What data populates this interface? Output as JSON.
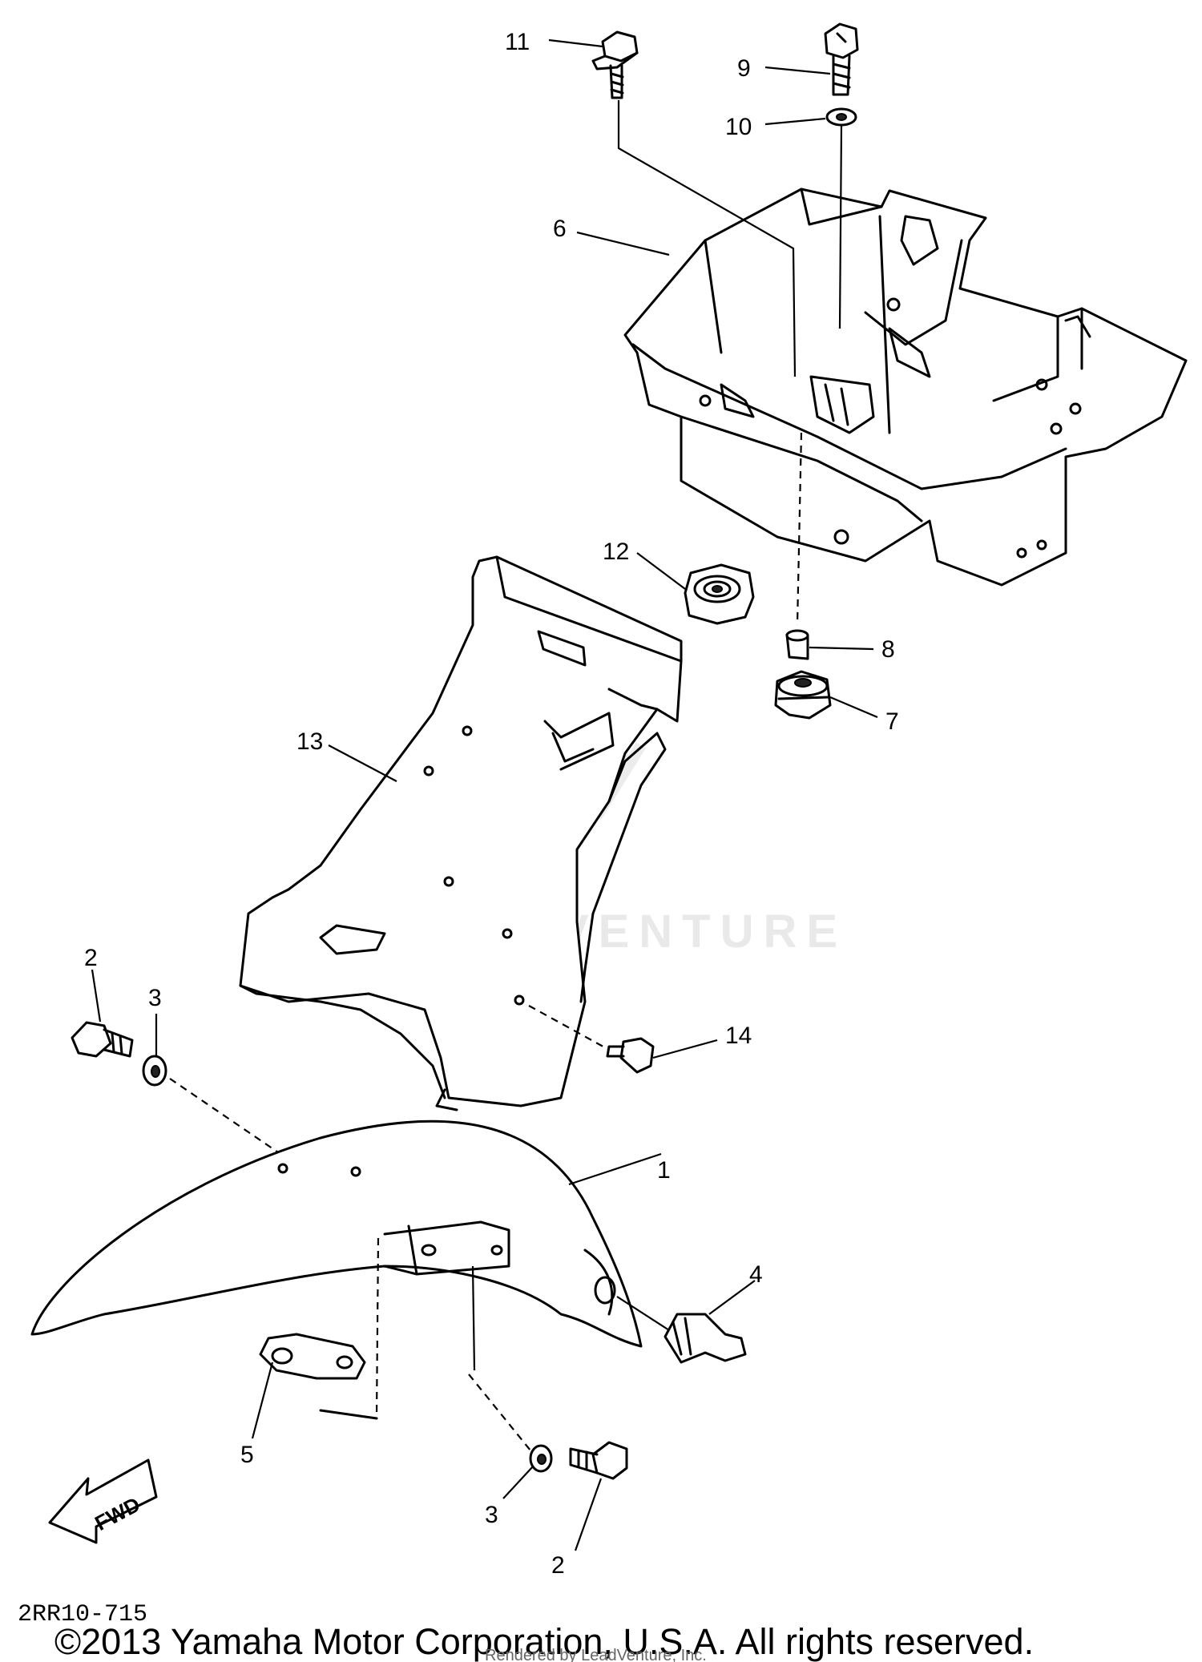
{
  "callouts": {
    "c1": "1",
    "c2a": "2",
    "c2b": "2",
    "c3a": "3",
    "c3b": "3",
    "c4": "4",
    "c5": "5",
    "c6": "6",
    "c7": "7",
    "c8": "8",
    "c9": "9",
    "c10": "10",
    "c11": "11",
    "c12": "12",
    "c13": "13",
    "c14": "14"
  },
  "fwd_label": "FWD",
  "watermark": "LEADVENTURE",
  "diagram_code": "2RR10-715",
  "copyright": "©2013 Yamaha Motor Corporation, U.S.A. All rights reserved.",
  "renderer_note": "Rendered by LeadVenture, Inc."
}
